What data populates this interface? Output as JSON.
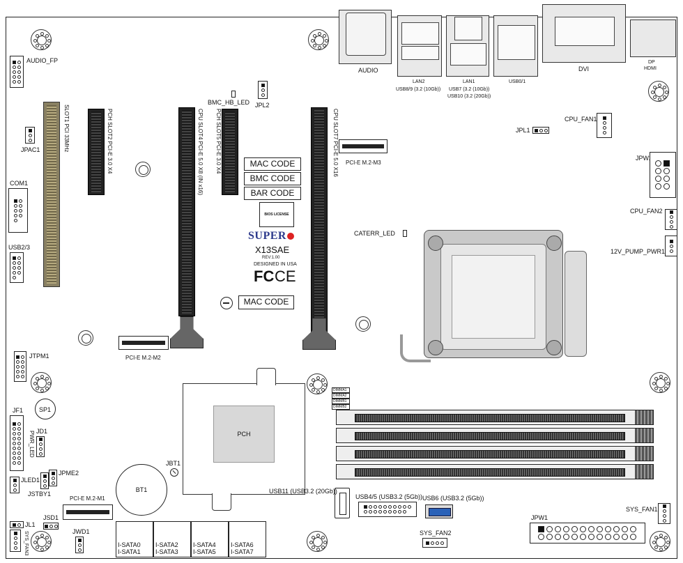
{
  "board": {
    "model": "X13SAE",
    "rev": "REV:1.00",
    "designed": "DESIGNED IN USA",
    "brand": "SUPER",
    "fcc": "FC",
    "ce": "CE",
    "bios_license": "BIOS LICENSE"
  },
  "codes": {
    "mac_code_1": "MAC CODE",
    "bmc_code": "BMC CODE",
    "bar_code": "BAR CODE",
    "mac_code_2": "MAC CODE"
  },
  "io_ports": {
    "audio": "AUDIO",
    "lan2": "LAN2",
    "lan2_sub": "USB8/9 (3.2 (10Gb))",
    "lan1": "LAN1",
    "lan1_sub1": "USB7 (3.2 (10Gb))",
    "lan1_sub2": "USB10 (3.2 (20Gb))",
    "usb01": "USB0/1",
    "dvi": "DVI",
    "dp": "DP",
    "hdmi": "HDMI"
  },
  "slots": {
    "slot1": "SLOT1 PCI 33MHz",
    "slot2": "PCH SLOT2 PCI-E 3.0 X4",
    "slot4": "CPU SLOT4 PCI-E 5.0 X8 (IN x16)",
    "slot5": "PCH SLOT5 PCI-E 3.0 X4",
    "slot7": "CPU SLOT7 PCI-E 5.0 X16",
    "m2_m3": "PCI-E M.2-M3",
    "m2_m2": "PCI-E M.2-M2",
    "m2_m1": "PCI-E M.2-M1"
  },
  "headers": {
    "audio_fp": "AUDIO_FP",
    "jpac1": "JPAC1",
    "com1": "COM1",
    "usb23": "USB2/3",
    "bmc_hb_led": "BMC_HB_LED",
    "jpl2": "JPL2",
    "jpl1": "JPL1",
    "cpu_fan1": "CPU_FAN1",
    "jpw2": "JPW2",
    "cpu_fan2": "CPU_FAN2",
    "pump_pwr1": "12V_PUMP_PWR1",
    "caterr_led": "CATERR_LED",
    "jtpm1": "JTPM1",
    "sp1": "SP1",
    "jf1": "JF1",
    "pwr_led": "PWR_LED",
    "jd1": "JD1",
    "jled1": "JLED1",
    "jpme2": "JPME2",
    "jstby1": "JSTBY1",
    "jbt1": "JBT1",
    "bt1": "BT1",
    "pch": "PCH",
    "jl1": "JL1",
    "jsd1": "JSD1",
    "sys_fan3": "SYS_FAN3",
    "jwd1": "JWD1",
    "usb11": "USB11 (USB3.2 (20Gb))",
    "usb45": "USB4/5 (USB3.2 (5Gb))",
    "usb6": "USB6 (USB3.2 (5Gb))",
    "sys_fan2": "SYS_FAN2",
    "sys_fan1": "SYS_FAN1",
    "jpw1": "JPW1"
  },
  "dimm_labels": [
    "DIMMA1",
    "DIMMA2",
    "DIMMB1",
    "DIMMB2"
  ],
  "sata": [
    {
      "a": "I-SATA0",
      "b": "I-SATA1"
    },
    {
      "a": "I-SATA2",
      "b": "I-SATA3"
    },
    {
      "a": "I-SATA4",
      "b": "I-SATA5"
    },
    {
      "a": "I-SATA6",
      "b": "I-SATA7"
    }
  ]
}
